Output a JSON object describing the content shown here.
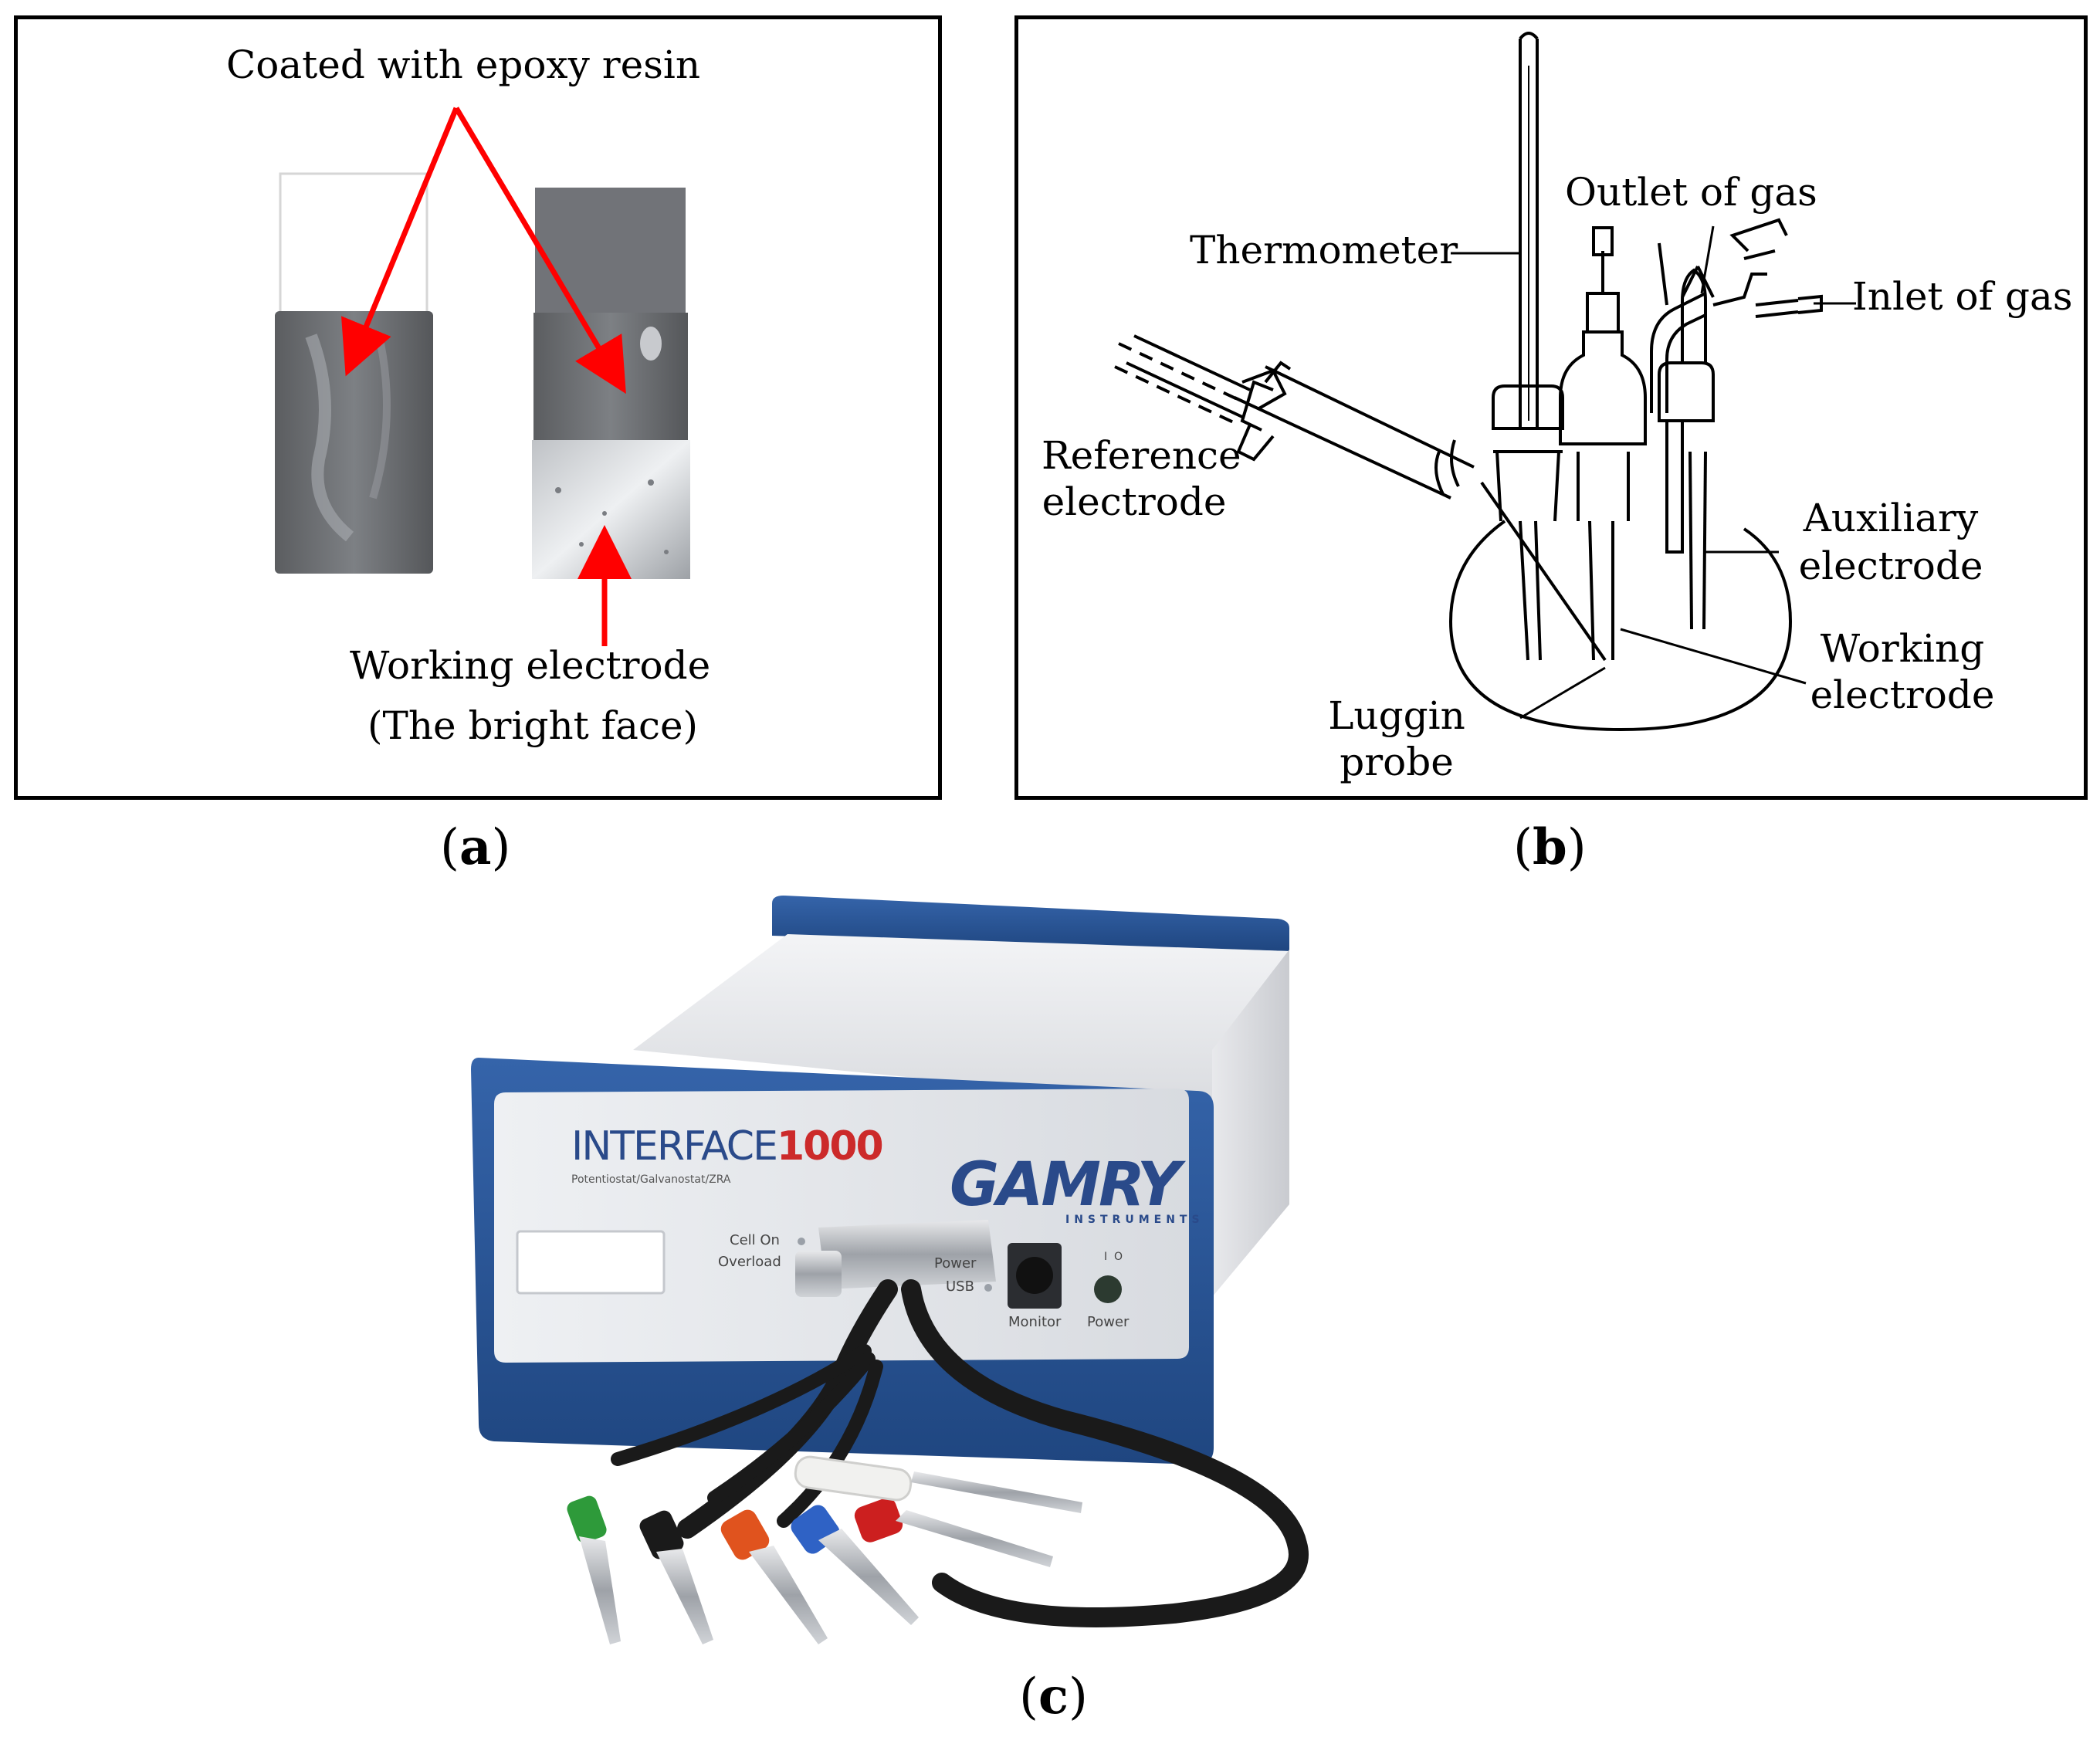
{
  "panel_a": {
    "label_top": "Coated with epoxy resin",
    "label_bottom_line1": "Working electrode",
    "label_bottom_line2": "(The bright face)",
    "arrow_color": "#ff0000",
    "caption_open": "(",
    "caption_letter": "a",
    "caption_close": ")"
  },
  "panel_b": {
    "thermometer": "Thermometer",
    "outlet_of_gas": "Outlet of gas",
    "inlet_of_gas": "Inlet of gas",
    "reference_electrode_line1": "Reference",
    "reference_electrode_line2": "electrode",
    "auxiliary_electrode_line1": "Auxiliary",
    "auxiliary_electrode_line2": "electrode",
    "working_electrode_line1": "Working",
    "working_electrode_line2": "electrode",
    "luggin_probe_line1": "Luggin",
    "luggin_probe_line2": "probe",
    "caption_open": "(",
    "caption_letter": "b",
    "caption_close": ")"
  },
  "panel_c": {
    "device_name_part1": "INTERFACE",
    "device_name_part2": "1000",
    "device_subtitle": "Potentiostat/Galvanostat/ZRA",
    "brand": "GAMRY",
    "brand_sub": "INSTRUMENTS",
    "cell_on": "Cell On",
    "overload": "Overload",
    "power_led": "Power",
    "usb_led": "USB",
    "monitor": "Monitor",
    "power_switch": "Power",
    "switch_on": "I",
    "switch_off": "O",
    "colors": {
      "bezel": "#2a5598",
      "bezel_dark": "#1c3f78",
      "front_panel": "#e4e6ea",
      "device_name": "#2a4a8a",
      "device_number": "#cc2a2a"
    },
    "caption_open": "(",
    "caption_letter": "c",
    "caption_close": ")"
  }
}
